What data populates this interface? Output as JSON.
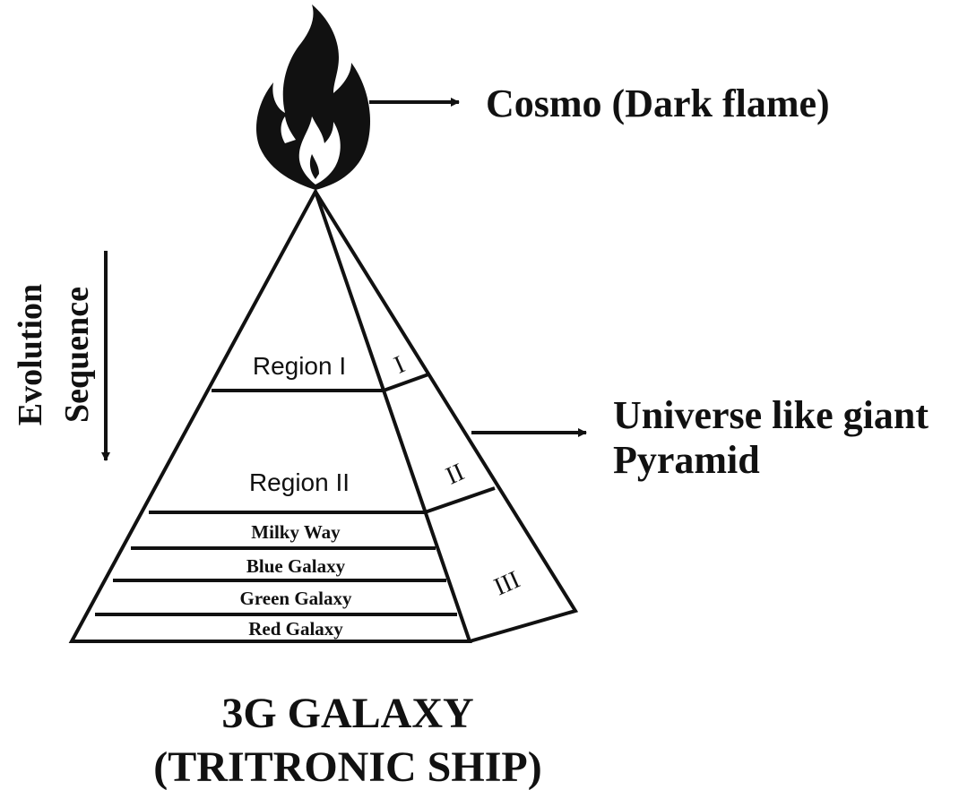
{
  "flame": {
    "label": "Cosmo (Dark flame)",
    "icon": "flame-icon",
    "color": "#111111"
  },
  "pyramid": {
    "label_line1": "Universe like giant",
    "label_line2": "Pyramid",
    "front_regions": [
      "Region I",
      "Region II"
    ],
    "galaxy_layers": [
      "Milky Way",
      "Blue Galaxy",
      "Green Galaxy",
      "Red Galaxy"
    ],
    "side_regions": [
      "I",
      "II",
      "III"
    ]
  },
  "evolution": {
    "line1": "Evolution",
    "line2": "Sequence"
  },
  "title": {
    "line1": "3G GALAXY",
    "line2": "(TRITRONIC SHIP)"
  }
}
